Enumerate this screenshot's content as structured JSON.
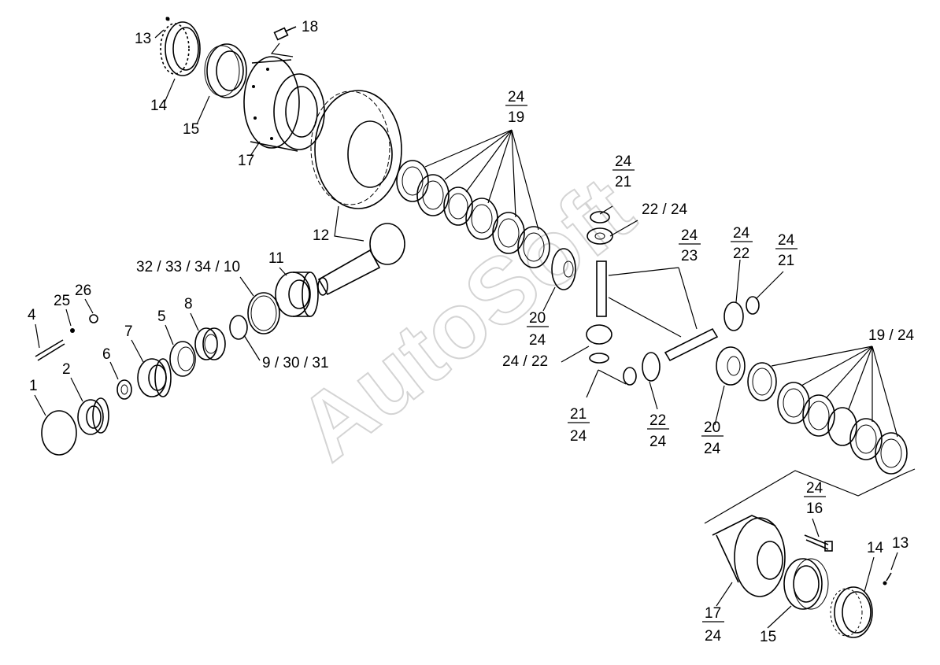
{
  "watermark": "AutoSoft",
  "labels": {
    "l13a": "13",
    "l18": "18",
    "l14a": "14",
    "l15a": "15",
    "l17a": "17",
    "l12": "12",
    "l11": "11",
    "l32": "32 / 33 / 34 / 10",
    "l4": "4",
    "l25": "25",
    "l26": "26",
    "l7": "7",
    "l5": "5",
    "l8": "8",
    "l6": "6",
    "l2": "2",
    "l1": "1",
    "l9": "9 / 30 / 31",
    "l2422b": "24 / 22",
    "l2224": "22 / 24",
    "l1924": "19 / 24",
    "l14b": "14",
    "l13b": "13",
    "l15b": "15"
  },
  "fractions": {
    "f2419": {
      "num": "24",
      "den": "19"
    },
    "f2421a": {
      "num": "24",
      "den": "21"
    },
    "f2423": {
      "num": "24",
      "den": "23"
    },
    "f2422": {
      "num": "24",
      "den": "22"
    },
    "f2421b": {
      "num": "24",
      "den": "21"
    },
    "f2024a": {
      "num": "20",
      "den": "24"
    },
    "f2124": {
      "num": "21",
      "den": "24"
    },
    "f2224": {
      "num": "22",
      "den": "24"
    },
    "f2024b": {
      "num": "20",
      "den": "24"
    },
    "f2416": {
      "num": "24",
      "den": "16"
    },
    "f1724": {
      "num": "17",
      "den": "24"
    }
  }
}
